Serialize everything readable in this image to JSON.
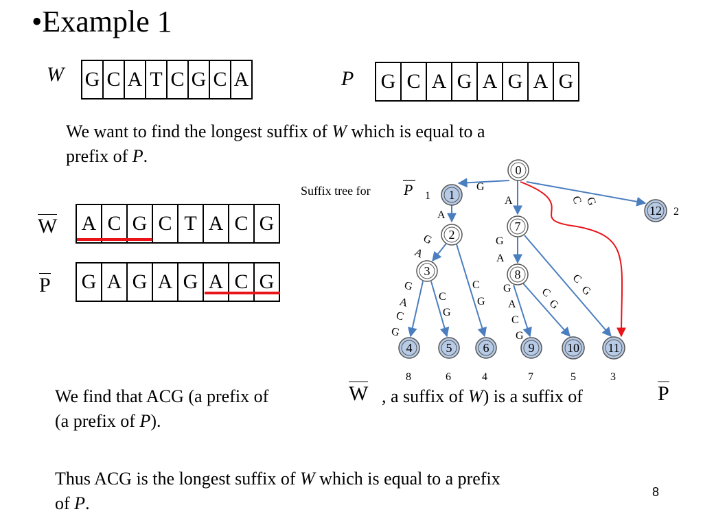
{
  "slide": {
    "title": "•Example 1",
    "page_number": "8"
  },
  "strings": {
    "W": {
      "label": "W",
      "cells": [
        "G",
        "C",
        "A",
        "T",
        "C",
        "G",
        "C",
        "A"
      ]
    },
    "P": {
      "label": "P",
      "cells": [
        "G",
        "C",
        "A",
        "G",
        "A",
        "G",
        "A",
        "G"
      ]
    },
    "W_rev": {
      "label": "W",
      "cells": [
        "A",
        "C",
        "G",
        "C",
        "T",
        "A",
        "C",
        "G"
      ]
    },
    "P_rev": {
      "label": "P",
      "cells": [
        "G",
        "A",
        "G",
        "A",
        "G",
        "A",
        "C",
        "G"
      ]
    }
  },
  "text": {
    "para1_a": "We want to find the longest suffix of ",
    "para1_W": "W",
    "para1_b": " which is equal to a",
    "para1_c": "prefix of ",
    "para1_P": "P",
    "para1_d": ".",
    "para2_a": "We find that ACG (a prefix of",
    "para2_Wbar": "W",
    "para2_b": ", a suffix of ",
    "para2_W": "W",
    "para2_c": ") is a suffix of",
    "para2_Pbar": "P",
    "para2_d": "(a prefix of ",
    "para2_P": "P",
    "para2_e": ").",
    "para3_a": "Thus ACG is the longest suffix of ",
    "para3_W": "W",
    "para3_b": " which is equal to a prefix",
    "para3_c": "of ",
    "para3_P": "P",
    "para3_d": "."
  },
  "tree": {
    "caption": "Suffix tree for",
    "caption_var": "P",
    "colors": {
      "edge": "#4a7ebf",
      "highlight": "#e8141a",
      "leaf_fill": "#b8cbe6",
      "node_fill": "#ffffff"
    },
    "nodes": [
      {
        "id": "0",
        "leaf": false
      },
      {
        "id": "1",
        "leaf": true
      },
      {
        "id": "12",
        "leaf": true
      },
      {
        "id": "2",
        "leaf": false
      },
      {
        "id": "7",
        "leaf": false
      },
      {
        "id": "3",
        "leaf": false
      },
      {
        "id": "8",
        "leaf": false
      },
      {
        "id": "4",
        "leaf": true
      },
      {
        "id": "5",
        "leaf": true
      },
      {
        "id": "6",
        "leaf": true
      },
      {
        "id": "9",
        "leaf": true
      },
      {
        "id": "10",
        "leaf": true
      },
      {
        "id": "11",
        "leaf": true
      }
    ],
    "edges": [
      {
        "from": "0",
        "to": "1",
        "label": "G"
      },
      {
        "from": "0",
        "to": "7",
        "label": "A"
      },
      {
        "from": "0",
        "to": "12",
        "label": "CG"
      },
      {
        "from": "1",
        "to": "2",
        "label": "A"
      },
      {
        "from": "2",
        "to": "3",
        "label": "GA"
      },
      {
        "from": "2",
        "to": "6",
        "label": "CG"
      },
      {
        "from": "3",
        "to": "4",
        "label": "GACG"
      },
      {
        "from": "3",
        "to": "5",
        "label": "CG"
      },
      {
        "from": "7",
        "to": "8",
        "label": "GA"
      },
      {
        "from": "7",
        "to": "11",
        "label": "CG"
      },
      {
        "from": "8",
        "to": "9",
        "label": "GACG"
      },
      {
        "from": "8",
        "to": "10",
        "label": "CG"
      }
    ],
    "highlight_edge": {
      "from": "0",
      "to": "11"
    },
    "leaf_positions": [
      {
        "leaf": "1",
        "value": "1"
      },
      {
        "leaf": "12",
        "value": "2"
      },
      {
        "leaf": "4",
        "value": "8"
      },
      {
        "leaf": "5",
        "value": "6"
      },
      {
        "leaf": "6",
        "value": "4"
      },
      {
        "leaf": "9",
        "value": "7"
      },
      {
        "leaf": "10",
        "value": "5"
      },
      {
        "leaf": "11",
        "value": "3"
      }
    ]
  }
}
